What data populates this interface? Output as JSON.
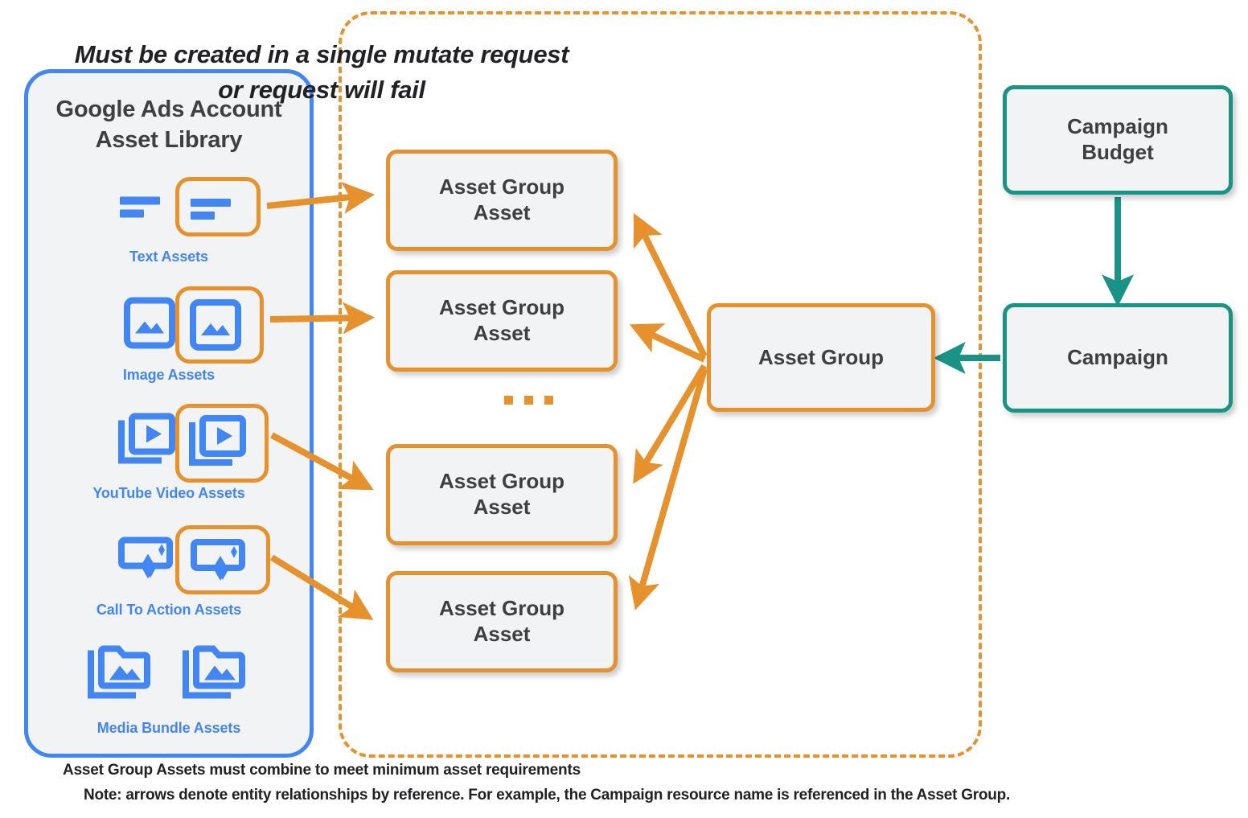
{
  "sidebar": {
    "title": "Google Ads Account\nAsset Library",
    "title_line1": "Google Ads Account",
    "title_line2": "Asset Library",
    "accent_color": "#4285f4",
    "items": [
      {
        "label": "Text Assets",
        "icon": "text-asset-icon",
        "selected": true
      },
      {
        "label": "Image Assets",
        "icon": "image-asset-icon",
        "selected": true
      },
      {
        "label": "YouTube Video  Assets",
        "icon": "youtube-video-asset-icon",
        "selected": true
      },
      {
        "label": "Call To Action Assets",
        "icon": "call-to-action-asset-icon",
        "selected": true
      },
      {
        "label": "Media Bundle  Assets",
        "icon": "media-bundle-asset-icon",
        "selected": false
      }
    ]
  },
  "mutate_group": {
    "title_line1": "Must be created in a single mutate request",
    "title_line2": "or request will fail",
    "footnote": "Asset Group Assets must combine to meet minimum asset requirements",
    "accent_color": "#e6912c",
    "asset_group_assets": [
      {
        "line1": "Asset Group",
        "line2": "Asset"
      },
      {
        "line1": "Asset Group",
        "line2": "Asset"
      },
      {
        "line1": "Asset Group",
        "line2": "Asset"
      },
      {
        "line1": "Asset Group",
        "line2": "Asset"
      }
    ],
    "ellipsis": "..."
  },
  "asset_group": {
    "label": "Asset Group",
    "accent_color": "#e6912c"
  },
  "campaign_budget": {
    "label_line1": "Campaign",
    "label_line2": "Budget",
    "accent_color": "#1a9387"
  },
  "campaign": {
    "label": "Campaign",
    "accent_color": "#1a9387"
  },
  "note": "Note: arrows denote entity relationships by reference. For example, the Campaign resource name is referenced in the Asset Group."
}
